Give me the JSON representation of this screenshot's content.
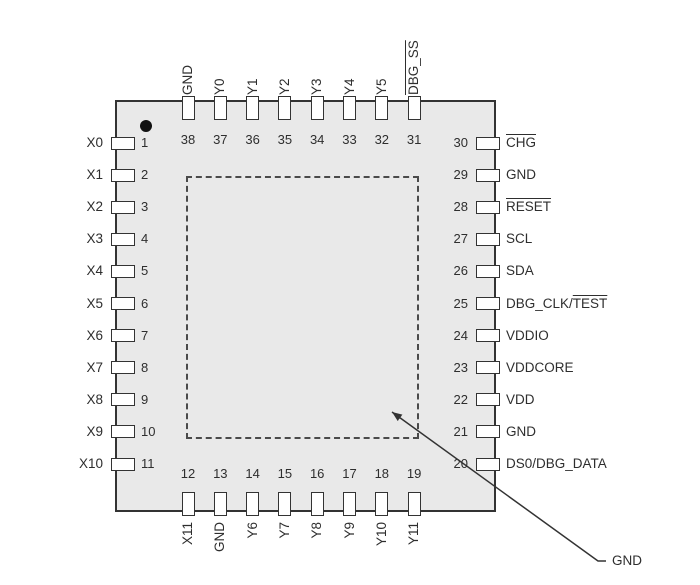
{
  "package": {
    "left_pins": [
      {
        "num": "1",
        "pre": "X0",
        "ov": ""
      },
      {
        "num": "2",
        "pre": "X1",
        "ov": ""
      },
      {
        "num": "3",
        "pre": "X2",
        "ov": ""
      },
      {
        "num": "4",
        "pre": "X3",
        "ov": ""
      },
      {
        "num": "5",
        "pre": "X4",
        "ov": ""
      },
      {
        "num": "6",
        "pre": "X5",
        "ov": ""
      },
      {
        "num": "7",
        "pre": "X6",
        "ov": ""
      },
      {
        "num": "8",
        "pre": "X7",
        "ov": ""
      },
      {
        "num": "9",
        "pre": "X8",
        "ov": ""
      },
      {
        "num": "10",
        "pre": "X9",
        "ov": ""
      },
      {
        "num": "11",
        "pre": "X10",
        "ov": ""
      }
    ],
    "top_pins": [
      {
        "num": "38",
        "pre": "GND",
        "ov": ""
      },
      {
        "num": "37",
        "pre": "Y0",
        "ov": ""
      },
      {
        "num": "36",
        "pre": "Y1",
        "ov": ""
      },
      {
        "num": "35",
        "pre": "Y2",
        "ov": ""
      },
      {
        "num": "34",
        "pre": "Y3",
        "ov": ""
      },
      {
        "num": "33",
        "pre": "Y4",
        "ov": ""
      },
      {
        "num": "32",
        "pre": "Y5",
        "ov": ""
      },
      {
        "num": "31",
        "pre": "",
        "ov": "DBG_SS"
      }
    ],
    "right_pins": [
      {
        "num": "30",
        "pre": "",
        "ov": "CHG"
      },
      {
        "num": "29",
        "pre": "GND",
        "ov": ""
      },
      {
        "num": "28",
        "pre": "",
        "ov": "RESET"
      },
      {
        "num": "27",
        "pre": "SCL",
        "ov": ""
      },
      {
        "num": "26",
        "pre": "SDA",
        "ov": ""
      },
      {
        "num": "25",
        "pre": "DBG_CLK/",
        "ov": "TEST"
      },
      {
        "num": "24",
        "pre": "VDDIO",
        "ov": ""
      },
      {
        "num": "23",
        "pre": "VDDCORE",
        "ov": ""
      },
      {
        "num": "22",
        "pre": "VDD",
        "ov": ""
      },
      {
        "num": "21",
        "pre": "GND",
        "ov": ""
      },
      {
        "num": "20",
        "pre": "DS0/DBG_DATA",
        "ov": ""
      }
    ],
    "bottom_pins": [
      {
        "num": "12",
        "pre": "X11",
        "ov": ""
      },
      {
        "num": "13",
        "pre": "GND",
        "ov": ""
      },
      {
        "num": "14",
        "pre": "Y6",
        "ov": ""
      },
      {
        "num": "15",
        "pre": "Y7",
        "ov": ""
      },
      {
        "num": "16",
        "pre": "Y8",
        "ov": ""
      },
      {
        "num": "17",
        "pre": "Y9",
        "ov": ""
      },
      {
        "num": "18",
        "pre": "Y10",
        "ov": ""
      },
      {
        "num": "19",
        "pre": "Y11",
        "ov": ""
      }
    ],
    "thermal_pad": {
      "label": "GND"
    },
    "colors": {
      "body_fill": "#e9e9e9",
      "outline": "#333333"
    }
  }
}
